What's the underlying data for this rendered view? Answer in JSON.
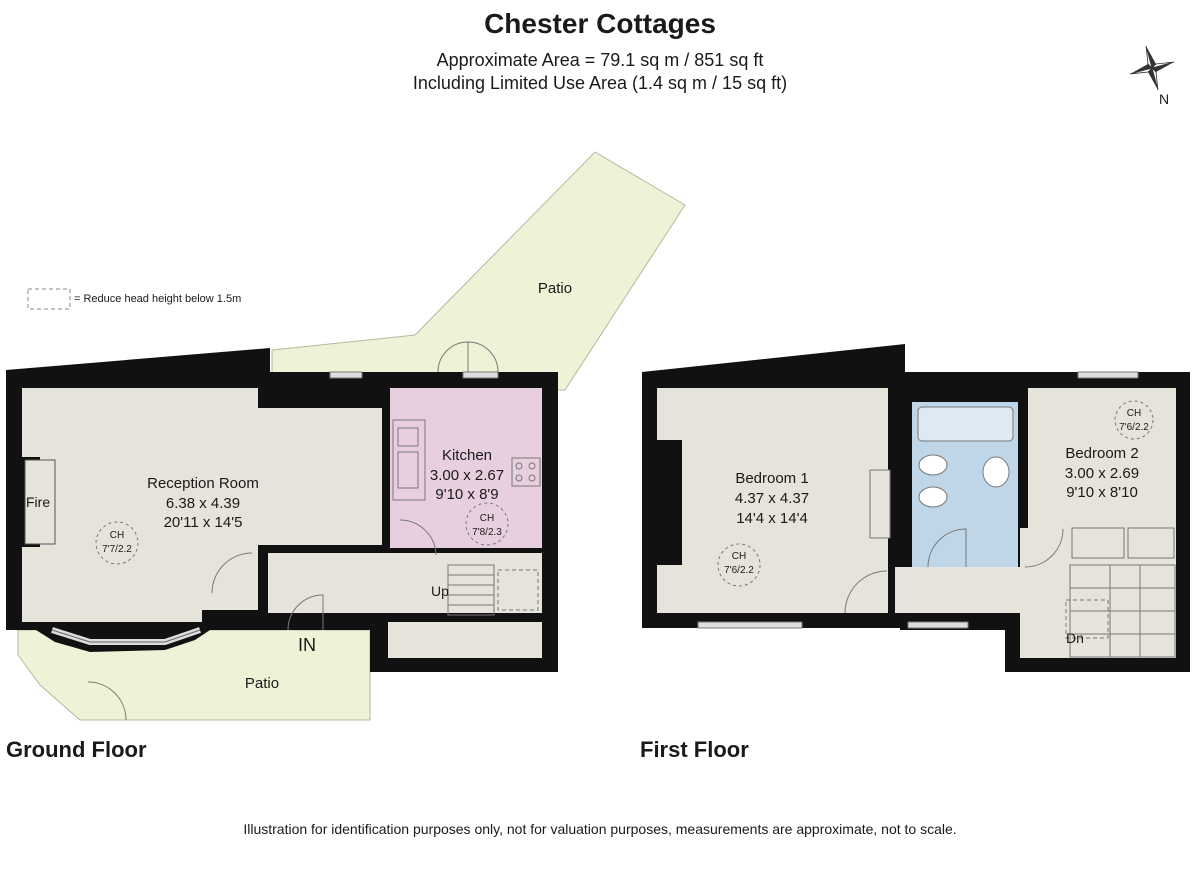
{
  "header": {
    "title": "Chester Cottages",
    "area_line1": "Approximate Area = 79.1 sq m / 851 sq ft",
    "area_line2": "Including Limited Use Area (1.4 sq m / 15 sq ft)"
  },
  "compass": {
    "label": "N",
    "icon": "compass-rose-icon"
  },
  "legend": {
    "text": "= Reduce head height below 1.5m"
  },
  "colors": {
    "wall": "#111111",
    "floor": "#e6e3da",
    "kitchen": "#e8cfe0",
    "bathroom": "#bfd6e8",
    "patio": "#eef3d8"
  },
  "ground_floor": {
    "label": "Ground Floor",
    "patio_top": "Patio",
    "patio_bottom": "Patio",
    "entrance": "IN",
    "fire": "Fire",
    "stairs": "Up",
    "reception": {
      "name": "Reception Room",
      "metric": "6.38 x 4.39",
      "imperial": "20'11 x 14'5",
      "ch_label": "CH",
      "ch_value": "7'7/2.2"
    },
    "kitchen": {
      "name": "Kitchen",
      "metric": "3.00 x 2.67",
      "imperial": "9'10 x 8'9",
      "ch_label": "CH",
      "ch_value": "7'8/2.3"
    }
  },
  "first_floor": {
    "label": "First Floor",
    "stairs": "Dn",
    "bedroom1": {
      "name": "Bedroom 1",
      "metric": "4.37 x 4.37",
      "imperial": "14'4 x 14'4",
      "ch_label": "CH",
      "ch_value": "7'6/2.2"
    },
    "bedroom2": {
      "name": "Bedroom 2",
      "metric": "3.00 x 2.69",
      "imperial": "9'10 x 8'10",
      "ch_label": "CH",
      "ch_value": "7'6/2.2"
    }
  },
  "footer": "Illustration for identification purposes only, not for valuation purposes, measurements are approximate, not to scale."
}
